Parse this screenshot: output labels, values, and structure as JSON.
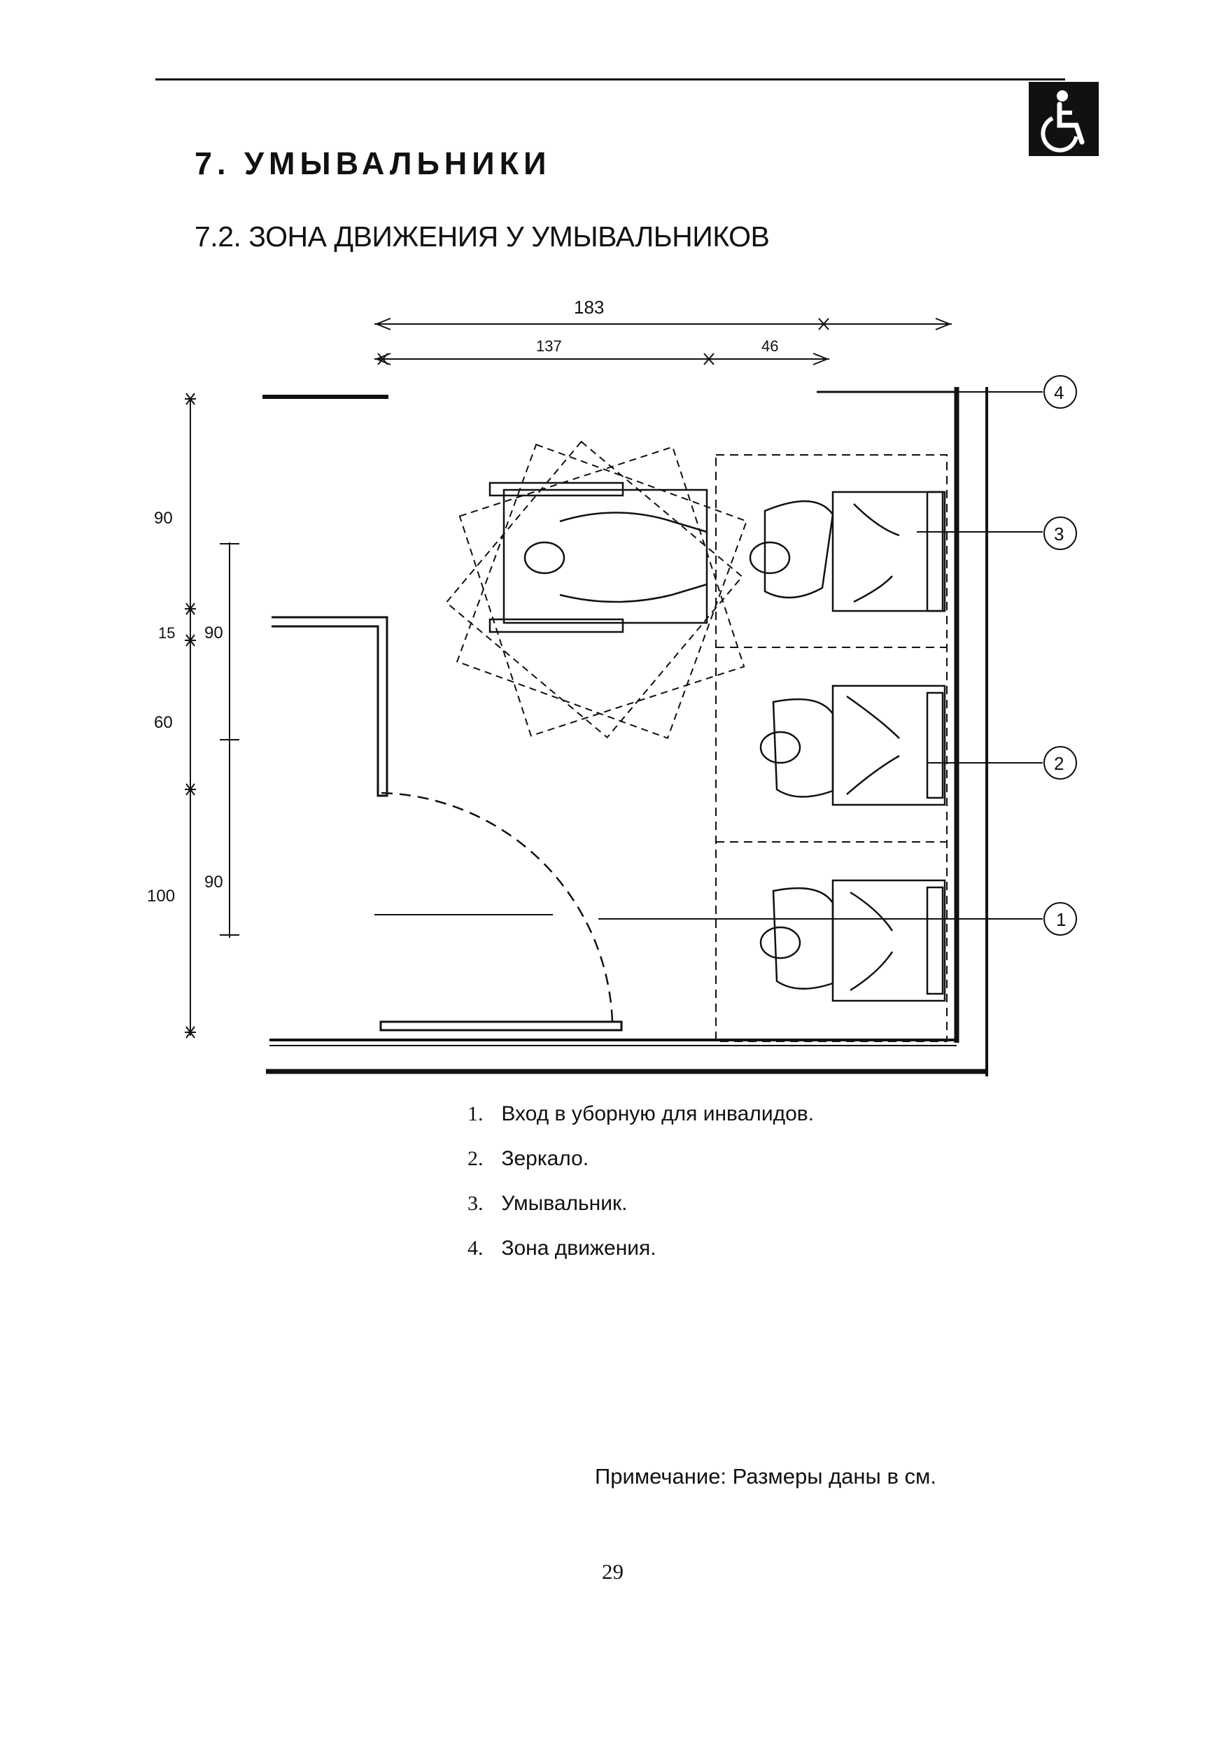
{
  "header": {
    "chapter_title": "7. УМЫВАЛЬНИКИ",
    "section_title": "7.2. ЗОНА ДВИЖЕНИЯ У УМЫВАЛЬНИКОВ",
    "badge_icon": "wheelchair-accessibility-icon"
  },
  "drawing": {
    "dimensions_horizontal": {
      "overall": "183",
      "part_a": "137",
      "part_b": "46"
    },
    "dimensions_vertical_outer": [
      "90",
      "15",
      "60",
      "100"
    ],
    "dimensions_vertical_inner": [
      "90",
      "90"
    ],
    "callouts": [
      "1",
      "2",
      "3",
      "4"
    ]
  },
  "legend": {
    "items": [
      {
        "num": "1.",
        "text": "Вход в уборную для инвалидов."
      },
      {
        "num": "2.",
        "text": "Зеркало."
      },
      {
        "num": "3.",
        "text": "Умывальник."
      },
      {
        "num": "4.",
        "text": "Зона движения."
      }
    ]
  },
  "note": "Примечание: Размеры даны в см.",
  "page_number": "29"
}
